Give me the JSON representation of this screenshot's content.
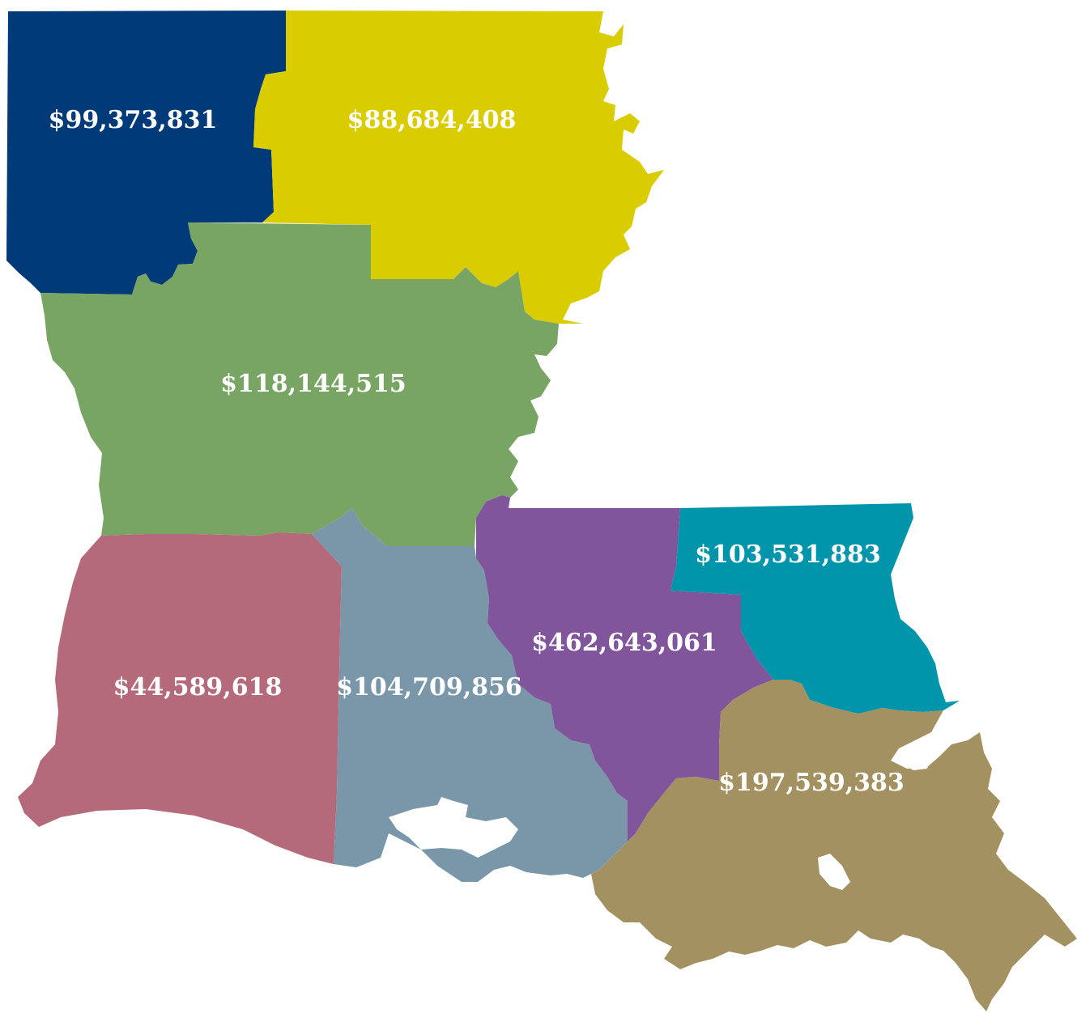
{
  "map": {
    "regions": [
      {
        "id": "northwest",
        "value": "$99,373,831",
        "color": "#003a78"
      },
      {
        "id": "northeast",
        "value": "$88,684,408",
        "color": "#d9cc00"
      },
      {
        "id": "central",
        "value": "$118,144,515",
        "color": "#79a564"
      },
      {
        "id": "southwest",
        "value": "$44,589,618",
        "color": "#b56a7b"
      },
      {
        "id": "acadiana",
        "value": "$104,709,856",
        "color": "#7a97aa"
      },
      {
        "id": "capital",
        "value": "$462,643,061",
        "color": "#81559b"
      },
      {
        "id": "northshore",
        "value": "$103,531,883",
        "color": "#0095ab"
      },
      {
        "id": "southeast",
        "value": "$197,539,383",
        "color": "#a39161"
      }
    ]
  }
}
